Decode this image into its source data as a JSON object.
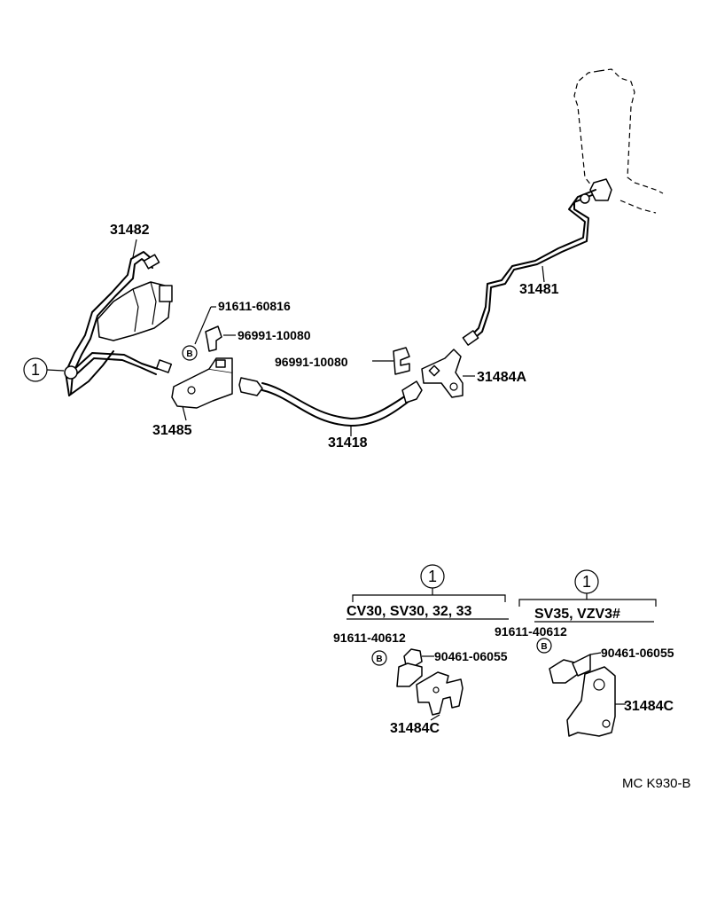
{
  "labels": {
    "p31482": "31482",
    "p91611_60816": "91611-60816",
    "p96991_10080_a": "96991-10080",
    "p96991_10080_b": "96991-10080",
    "p31481": "31481",
    "p31484A": "31484A",
    "p31485": "31485",
    "p31418": "31418",
    "circle_ref": "1",
    "variant1_circle": "1",
    "variant1_models": "CV30, SV30, 32, 33",
    "variant1_bolt": "91611-40612",
    "variant1_nut": "90461-06055",
    "variant1_bracket": "31484C",
    "variant2_circle": "1",
    "variant2_models": "SV35, VZV3#",
    "variant2_bolt": "91611-40612",
    "variant2_nut": "90461-06055",
    "variant2_bracket": "31484C",
    "b_mark_1": "B",
    "b_mark_2": "B",
    "b_mark_3": "B",
    "diagram_code": "MC K930-B"
  }
}
